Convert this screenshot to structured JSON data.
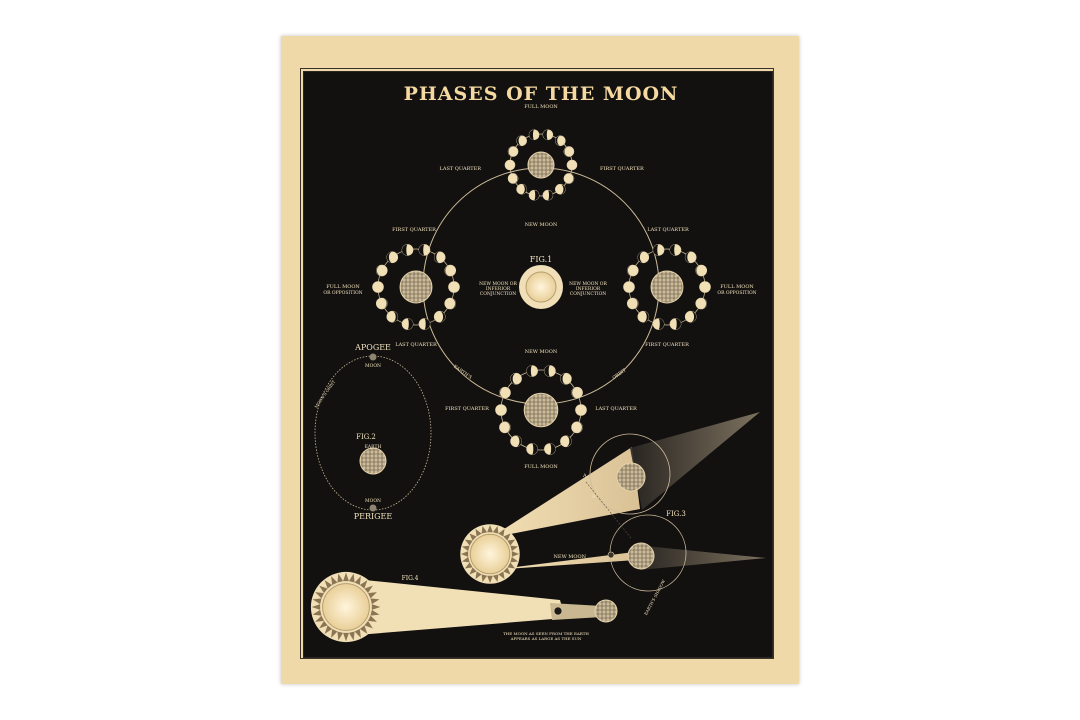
{
  "title": "PHASES OF THE MOON",
  "fig1": {
    "label": "FIG.1",
    "top": {
      "full_moon": "FULL MOON",
      "last_quarter": "LAST QUARTER",
      "first_quarter": "FIRST QUARTER",
      "new_moon": "NEW MOON"
    },
    "left": {
      "first_quarter": "FIRST QUARTER",
      "full_moon": "FULL MOON",
      "opposition": "OR OPPOSITION",
      "last_quarter": "LAST QUARTER",
      "inner_1": "NEW MOON OR",
      "inner_2": "INFERIOR",
      "inner_3": "CONJUNCTION"
    },
    "right": {
      "last_quarter": "LAST QUARTER",
      "full_moon": "FULL MOON",
      "opposition": "OR OPPOSITION",
      "first_quarter": "FIRST QUARTER",
      "inner_1": "NEW MOON OR",
      "inner_2": "INFERIOR",
      "inner_3": "CONJUNCTION"
    },
    "bottom": {
      "new_moon": "NEW MOON",
      "first_quarter": "FIRST QUARTER",
      "last_quarter": "LAST QUARTER",
      "full_moon": "FULL MOON"
    },
    "orbit_left": "EARTH'S",
    "orbit_right": "ORBIT"
  },
  "fig2": {
    "label": "FIG.2",
    "apogee": "APOGEE",
    "moon_top": "MOON",
    "earth": "EARTH",
    "moon_bottom": "MOON",
    "perigee": "PERIGEE",
    "orbit": "MOON'S ORBIT"
  },
  "fig3": {
    "label": "FIG.3",
    "new_moon": "NEW MOON",
    "a": "A",
    "b": "B",
    "earth_shadow": "EARTH'S SHADOW"
  },
  "fig4": {
    "label": "FIG.4",
    "caption_1": "THE MOON AS SEEN FROM THE EARTH",
    "caption_2": "APPEARS AS LARGE AS THE SUN"
  }
}
